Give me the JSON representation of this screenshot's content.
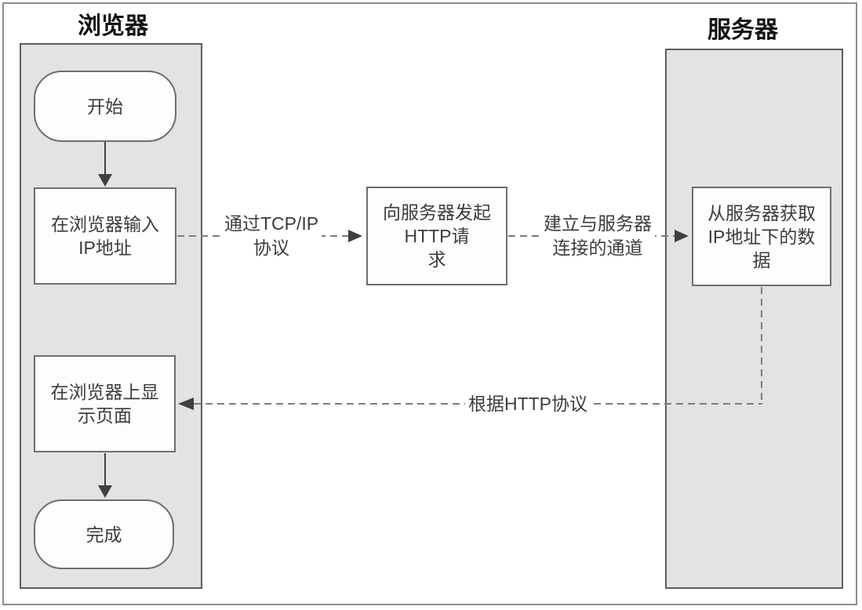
{
  "colors": {
    "lane_fill": "#e3e3e3",
    "lane_border": "#5e5e5e",
    "node_fill": "#fdfdfd",
    "node_border": "#6e6e6e",
    "solid_arrow": "#3f3f3f",
    "dashed_arrow": "#7d7d7d",
    "title_text": "#141414",
    "node_text": "#3c3c3c",
    "frame_border": "#8c8c8c"
  },
  "lanes": {
    "browser": {
      "title": "浏览器"
    },
    "server": {
      "title": "服务器"
    }
  },
  "nodes": {
    "start": {
      "lines": [
        "开始"
      ]
    },
    "enter_ip": {
      "lines": [
        "在浏览器输入",
        "IP地址"
      ]
    },
    "send_request": {
      "lines": [
        "向服务器发起",
        "HTTP请",
        "求"
      ]
    },
    "fetch_data": {
      "lines": [
        "从服务器获取",
        "IP地址下的数",
        "据"
      ]
    },
    "display_page": {
      "lines": [
        "在浏览器上显",
        "示页面"
      ]
    },
    "complete": {
      "lines": [
        "完成"
      ]
    }
  },
  "edges": {
    "tcpip": {
      "lines": [
        "通过TCP/IP",
        "协议"
      ]
    },
    "channel": {
      "lines": [
        "建立与服务器",
        "连接的通道"
      ]
    },
    "http": {
      "lines": [
        "根据HTTP协议"
      ]
    }
  }
}
